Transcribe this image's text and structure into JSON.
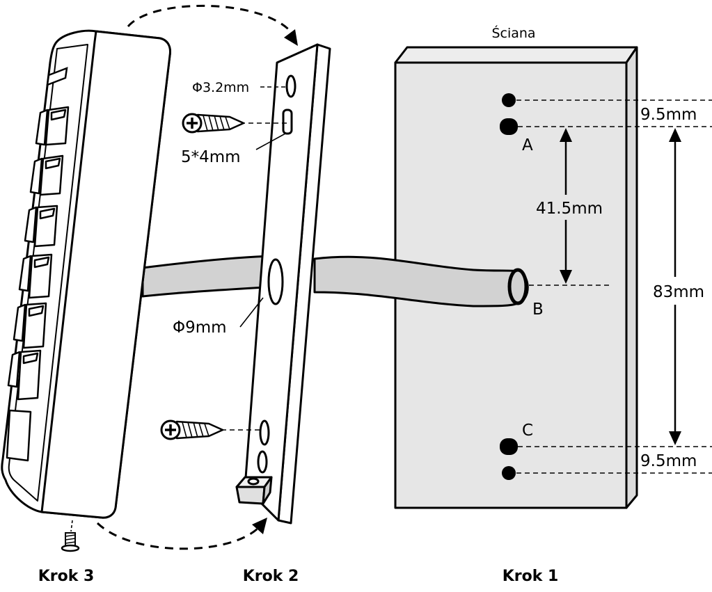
{
  "wall_label": "Ściana",
  "dimensions": {
    "top_offset": "9.5mm",
    "a_to_b": "41.5mm",
    "a_to_c": "83mm",
    "bottom_offset": "9.5mm"
  },
  "points": {
    "a": "A",
    "b": "B",
    "c": "C"
  },
  "hole_labels": {
    "small_hole": "Φ3.2mm",
    "slot": "5*4mm",
    "cable_hole": "Φ9mm"
  },
  "steps": {
    "step3": "Krok 3",
    "step2": "Krok 2",
    "step1": "Krok 1"
  },
  "colors": {
    "line": "#000000",
    "fill": "#e6e6e6",
    "cable": "#d2d2d2"
  },
  "icons": [
    "screw-icon",
    "phillips-screw-icon",
    "mounting-screw-icon"
  ]
}
